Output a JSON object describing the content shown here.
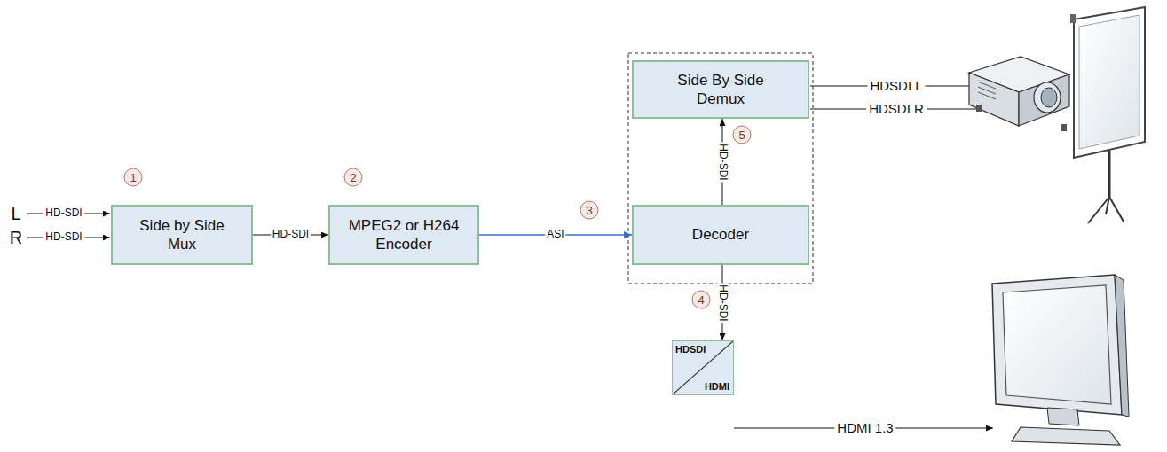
{
  "diagram": {
    "nodes": [
      {
        "text": [
          "Side by Side Mux"
        ]
      },
      {
        "text": [
          "MPEG2 or H264 Encoder"
        ]
      },
      {
        "text": [
          "Side By Side Demux"
        ]
      },
      {
        "text": [
          "Decoder"
        ]
      },
      {
        "text": [
          "HDSDI",
          "HDMI"
        ]
      }
    ],
    "edges": [
      {
        "from": 0,
        "to": 1,
        "label": "HD-SDI",
        "arrow": "to"
      },
      {
        "from": 1,
        "to": 3,
        "label": "ASI",
        "arrow": "to"
      },
      {
        "from": 3,
        "to": 2,
        "label": "HD-SDI",
        "arrow": "to"
      },
      {
        "from": 3,
        "to": 4,
        "label": "HD-SDI",
        "arrow": "to"
      }
    ],
    "labels": [
      "L",
      "HD-SDI",
      "R",
      "HD-SDI",
      "HDSDI L",
      "HDSDI R",
      "HDMI 1.3",
      "1",
      "2",
      "3",
      "4",
      "5"
    ]
  }
}
